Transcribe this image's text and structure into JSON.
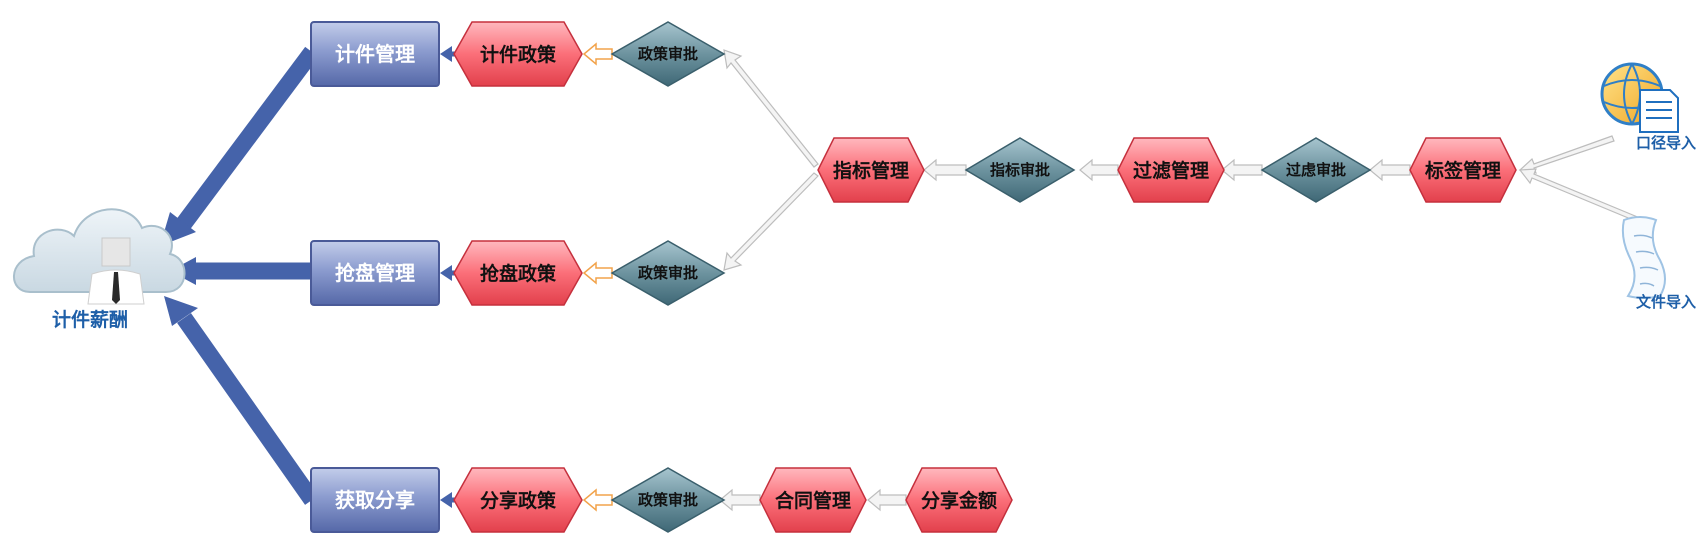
{
  "colors": {
    "hub_blue": "#4563aa",
    "rect_fill_top": "#a9b6de",
    "rect_fill_bottom": "#5c6fb0",
    "hex_fill_top": "#ff9ea6",
    "hex_fill_bottom": "#e3404d",
    "diamond_fill_top": "#8fb2bd",
    "diamond_fill_bottom": "#46707e",
    "label_blue": "#1e5fa8",
    "connector_gray": "#cfcfcf",
    "connector_orange": "#f2a34b"
  },
  "hub": {
    "label": "计件薪酬",
    "icon": "cloud-user-icon"
  },
  "modules": {
    "piece": "计件管理",
    "grab": "抢盘管理",
    "share": "获取分享"
  },
  "policies": {
    "piece": "计件政策",
    "grab": "抢盘政策",
    "share": "分享政策"
  },
  "approvals": {
    "piece": "政策审批",
    "grab": "政策审批",
    "share": "政策审批",
    "indicator": "指标审批",
    "filter": "过虑审批"
  },
  "steps": {
    "indicator_mgmt": "指标管理",
    "filter_mgmt": "过滤管理",
    "tag_mgmt": "标签管理",
    "contract_mgmt": "合同管理",
    "share_amount": "分享金额"
  },
  "sources": {
    "caliber": {
      "label": "口径导入",
      "icon": "globe-document-icon"
    },
    "file": {
      "label": "文件导入",
      "icon": "scroll-file-icon"
    }
  }
}
